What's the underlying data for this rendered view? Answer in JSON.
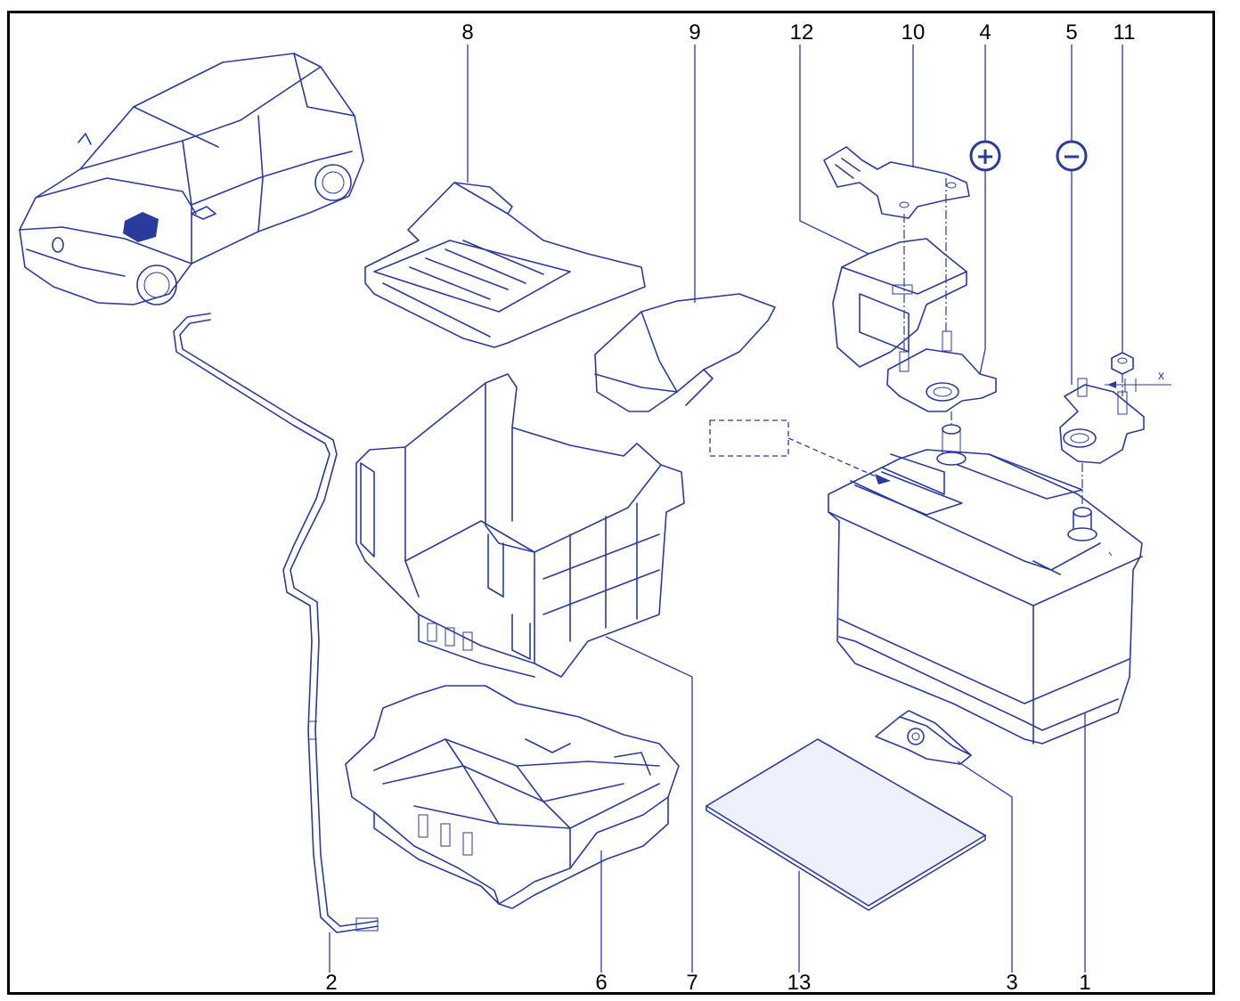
{
  "callouts": {
    "n1": "1",
    "n2": "2",
    "n3": "3",
    "n4": "4",
    "n5": "5",
    "n6": "6",
    "n7": "7",
    "n8": "8",
    "n9": "9",
    "n10": "10",
    "n11": "11",
    "n12": "12",
    "n13": "13"
  },
  "symbols": {
    "positive": "+",
    "negative": "−"
  },
  "marks": {
    "dimension_x": "x"
  },
  "colors": {
    "line": "#2a3b9e",
    "frame": "#000000",
    "background": "#ffffff"
  }
}
